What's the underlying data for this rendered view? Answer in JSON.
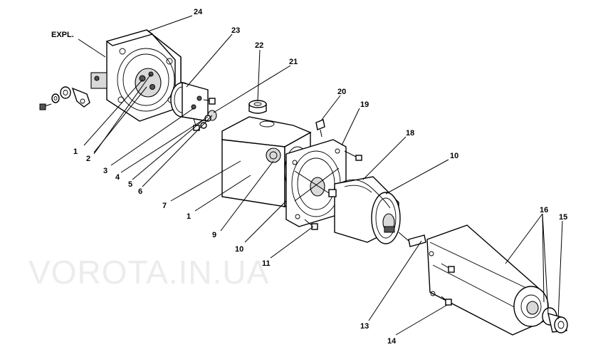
{
  "watermark": "VOROTA.IN.UA",
  "callouts": [
    {
      "id": "expl",
      "text": "EXPL."
    },
    {
      "id": "24",
      "text": "24"
    },
    {
      "id": "23",
      "text": "23"
    },
    {
      "id": "22",
      "text": "22"
    },
    {
      "id": "21",
      "text": "21"
    },
    {
      "id": "20",
      "text": "20"
    },
    {
      "id": "19",
      "text": "19"
    },
    {
      "id": "18",
      "text": "18"
    },
    {
      "id": "10a",
      "text": "10"
    },
    {
      "id": "1a",
      "text": "1"
    },
    {
      "id": "2",
      "text": "2"
    },
    {
      "id": "3",
      "text": "3"
    },
    {
      "id": "4",
      "text": "4"
    },
    {
      "id": "5",
      "text": "5"
    },
    {
      "id": "6",
      "text": "6"
    },
    {
      "id": "7",
      "text": "7"
    },
    {
      "id": "1b",
      "text": "1"
    },
    {
      "id": "9",
      "text": "9"
    },
    {
      "id": "10b",
      "text": "10"
    },
    {
      "id": "11",
      "text": "11"
    },
    {
      "id": "16",
      "text": "16"
    },
    {
      "id": "15",
      "text": "15"
    },
    {
      "id": "13",
      "text": "13"
    },
    {
      "id": "14",
      "text": "14"
    }
  ]
}
